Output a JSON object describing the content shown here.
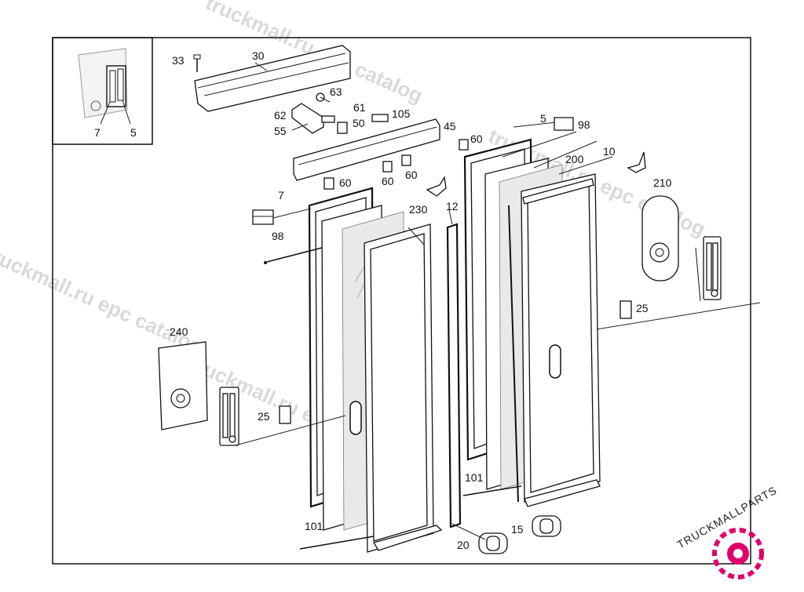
{
  "diagram": {
    "part_labels": {
      "p30": "30",
      "p33": "33",
      "p63": "63",
      "p61": "61",
      "p62": "62",
      "p50": "50",
      "p105": "105",
      "p55": "55",
      "p45": "45",
      "p60a": "60",
      "p5": "5",
      "p98a": "98",
      "p10": "10",
      "p200": "200",
      "p210": "210",
      "p60b": "60",
      "p60c": "60",
      "p60d": "60",
      "p7": "7",
      "p230": "230",
      "p12": "12",
      "p98b": "98",
      "p25a": "25",
      "p240": "240",
      "p25b": "25",
      "p101a": "101",
      "p101b": "101",
      "p15": "15",
      "p20": "20",
      "inset7": "7",
      "inset5": "5"
    },
    "watermarks": [
      "truckmall.ru epc catalog",
      "truckmall.ru epc catalog",
      "truckmall.ru epc catalog",
      "truckmall.ru epc catalog"
    ],
    "logo_text": "TRUCKMALLPARTS"
  },
  "colors": {
    "line": "#111111",
    "watermark": "#d9d9d9",
    "logo_accent": "#e0006c"
  }
}
